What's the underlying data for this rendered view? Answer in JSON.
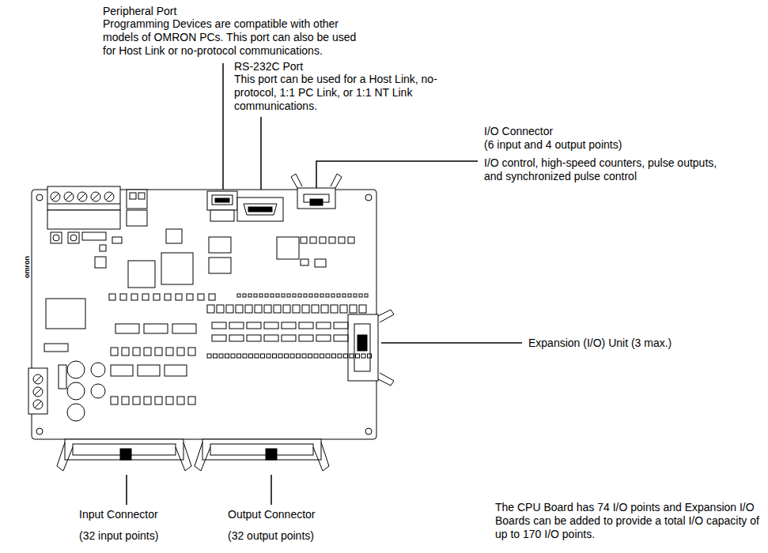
{
  "diagram": {
    "labels": [
      "Peripheral Port",
      "Programming Devices are compatible with other models of OMRON PCs. This port can also be used for Host Link or no-protocol communications.",
      "RS-232C Port",
      "This port can be used for a Host Link, no-protocol, 1:1 PC Link, or 1:1 NT Link communications.",
      "I/O Connector",
      "(6 input and 4 output points)",
      "I/O control, high-speed counters, pulse outputs, and synchronized pulse control",
      "Expansion (I/O) Unit (3 max.)",
      "Input Connector",
      "(32 input points)",
      "Output Connector",
      "(32 output points)",
      "The CPU Board has 74 I/O points and Expansion I/O Boards can be added to provide a total I/O capacity of up to 170 I/O points.",
      "omron"
    ]
  }
}
